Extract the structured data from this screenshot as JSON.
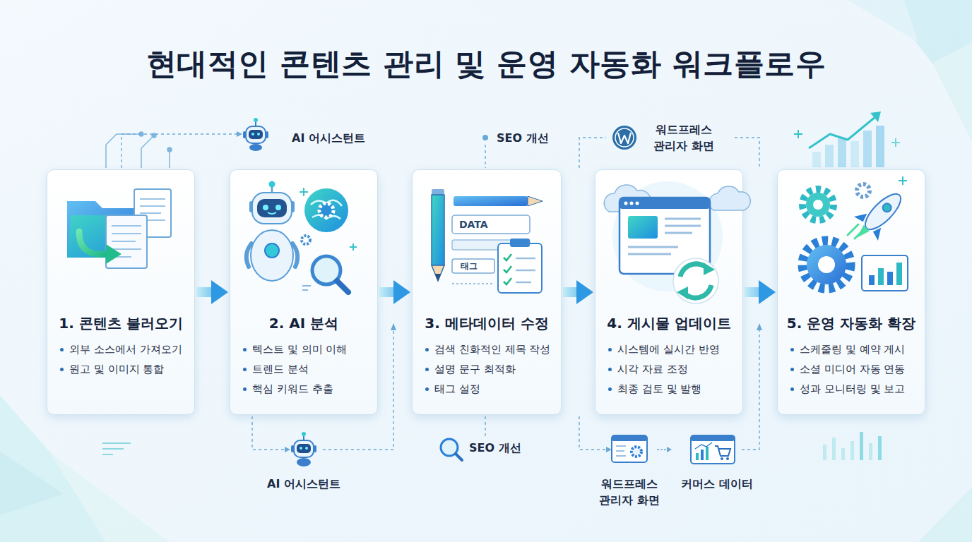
{
  "diagram": {
    "title": "현대적인 콘텐츠 관리 및 운영 자동화 워크플로우",
    "nodes": [
      {
        "text": [
          "1. 콘텐츠 불러오기",
          "외부 소스에서 가져오기",
          "원고 및 이미지 통합"
        ]
      },
      {
        "text": [
          "2. AI 분석",
          "텍스트 및 의미 이해",
          "트렌드 분석",
          "핵심 키워드 추출"
        ]
      },
      {
        "text": [
          "3. 메타데이터 수정",
          "검색 친화적인 제목 작성",
          "설명 문구 최적화",
          "태그 설정"
        ]
      },
      {
        "text": [
          "4. 게시물 업데이트",
          "시스템에 실시간 반영",
          "시각 자료 조정",
          "최종 검토 및 발행"
        ]
      },
      {
        "text": [
          "5. 운영 자동화 확장",
          "스케줄링 및 예약 게시",
          "소셜 미디어 자동 연동",
          "성과 모니터링 및 보고"
        ]
      }
    ],
    "edges": [
      {
        "from": 0,
        "to": 1,
        "arrow": "to"
      },
      {
        "from": 1,
        "to": 2,
        "arrow": "to"
      },
      {
        "from": 2,
        "to": 3,
        "arrow": "to"
      },
      {
        "from": 3,
        "to": 4,
        "arrow": "to"
      }
    ],
    "labels": [
      "AI 어시스턴트",
      "SEO 개선",
      "워드프레스 관리자 화면",
      "DATA",
      "태그",
      "AI 어시스턴트",
      "SEO 개선",
      "워드프레스 관리자 화면",
      "커머스 데이터"
    ]
  }
}
